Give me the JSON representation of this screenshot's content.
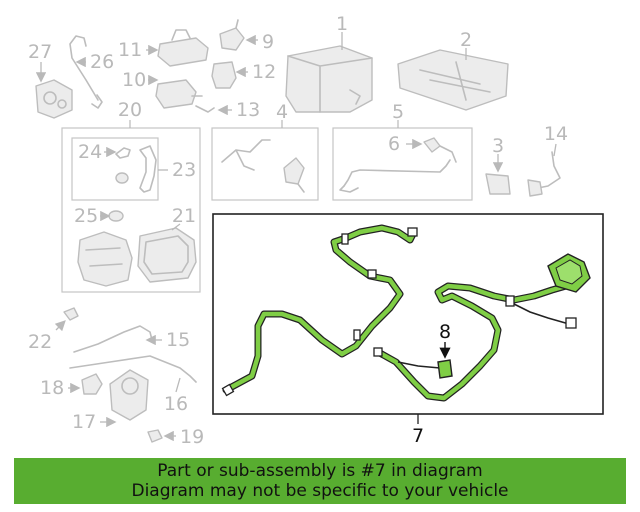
{
  "callouts": {
    "c1": "1",
    "c2": "2",
    "c3": "3",
    "c4": "4",
    "c5": "5",
    "c6": "6",
    "c7": "7",
    "c8": "8",
    "c9": "9",
    "c10": "10",
    "c11": "11",
    "c12": "12",
    "c13": "13",
    "c14": "14",
    "c15": "15",
    "c16": "16",
    "c17": "17",
    "c18": "18",
    "c19": "19",
    "c20": "20",
    "c21": "21",
    "c22": "22",
    "c23": "23",
    "c24": "24",
    "c25": "25",
    "c26": "26",
    "c27": "27"
  },
  "highlight_color": "#7fce45",
  "banner": {
    "line1": "Part or sub-assembly is #7 in diagram",
    "line2": "Diagram may not be specific to your vehicle",
    "color": "#58ad30"
  }
}
